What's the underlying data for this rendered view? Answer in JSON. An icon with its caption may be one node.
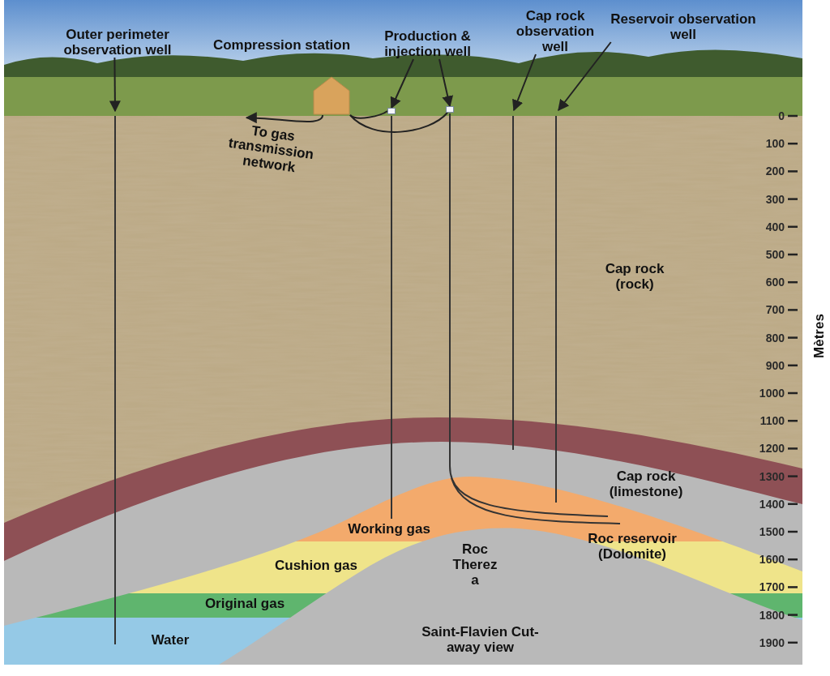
{
  "diagram": {
    "nodes": [
      {
        "text": [
          "Outer perimeter observation well"
        ]
      },
      {
        "text": [
          "Compression station"
        ]
      },
      {
        "text": [
          "Production & injection well"
        ]
      },
      {
        "text": [
          "Cap rock observation well"
        ]
      },
      {
        "text": [
          "Reservoir observation well"
        ]
      },
      {
        "text": [
          "To gas transmission network"
        ]
      },
      {
        "text": [],
        "shape": "box"
      },
      {
        "text": [],
        "shape": "box"
      }
    ],
    "edges": [
      {
        "from": 0,
        "to": null,
        "arrow": "to"
      },
      {
        "from": 1,
        "to": 5,
        "arrow": "to"
      },
      {
        "from": 1,
        "to": 6,
        "arrow": "none"
      },
      {
        "from": 1,
        "to": 7,
        "arrow": "none"
      },
      {
        "from": 2,
        "to": 6,
        "arrow": "to"
      },
      {
        "from": 2,
        "to": 7,
        "arrow": "to"
      },
      {
        "from": 3,
        "to": null,
        "arrow": "to"
      },
      {
        "from": 4,
        "to": null,
        "arrow": "to"
      }
    ],
    "labels": [
      "Cap rock (rock)",
      "Cap rock (limestone)",
      "Working gas",
      "Roc reservoir (Dolomite)",
      "Roc Therez a",
      "Cushion gas",
      "Original gas",
      "Water",
      "Saint-Flavien Cut-away view",
      "0",
      "100",
      "200",
      "300",
      "400",
      "500",
      "600",
      "700",
      "800",
      "900",
      "1000",
      "1100",
      "1200",
      "1300",
      "1400",
      "1500",
      "1600",
      "1700",
      "1800",
      "1900",
      "Mètres"
    ]
  }
}
